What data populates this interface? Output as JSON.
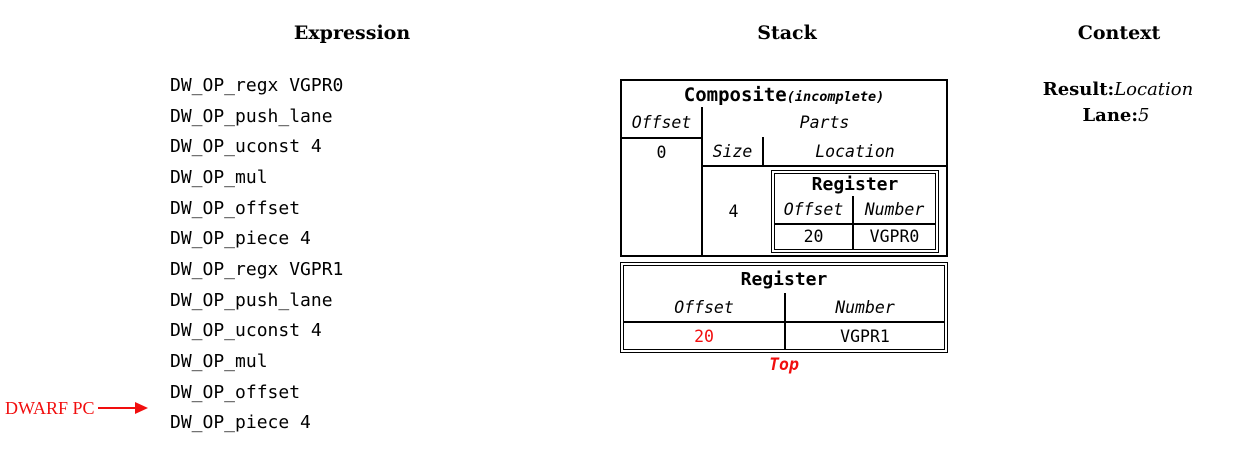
{
  "colors": {
    "accent_red": "#f10e0e",
    "ink": "#000000"
  },
  "expression": {
    "title": "Expression",
    "ops": [
      "DW_OP_regx VGPR0",
      "DW_OP_push_lane",
      "DW_OP_uconst 4",
      "DW_OP_mul",
      "DW_OP_offset",
      "DW_OP_piece 4",
      "DW_OP_regx VGPR1",
      "DW_OP_push_lane",
      "DW_OP_uconst 4",
      "DW_OP_mul",
      "DW_OP_offset",
      "DW_OP_piece 4"
    ]
  },
  "dwarf_pc": {
    "label": "DWARF PC"
  },
  "stack": {
    "title": "Stack",
    "composite": {
      "title": "Composite",
      "qualifier": "(incomplete)",
      "offset_header": "Offset",
      "parts_header": "Parts",
      "offset_value": "0",
      "size_header": "Size",
      "location_header": "Location",
      "size_value": "4",
      "register": {
        "title": "Register",
        "offset_header": "Offset",
        "number_header": "Number",
        "offset_value": "20",
        "number_value": "VGPR0"
      }
    },
    "register": {
      "title": "Register",
      "offset_header": "Offset",
      "number_header": "Number",
      "offset_value": "20",
      "number_value": "VGPR1"
    },
    "top_label": "Top"
  },
  "context": {
    "title": "Context",
    "result_label": "Result:",
    "result_value": "Location",
    "lane_label": "Lane:",
    "lane_value": "5"
  }
}
